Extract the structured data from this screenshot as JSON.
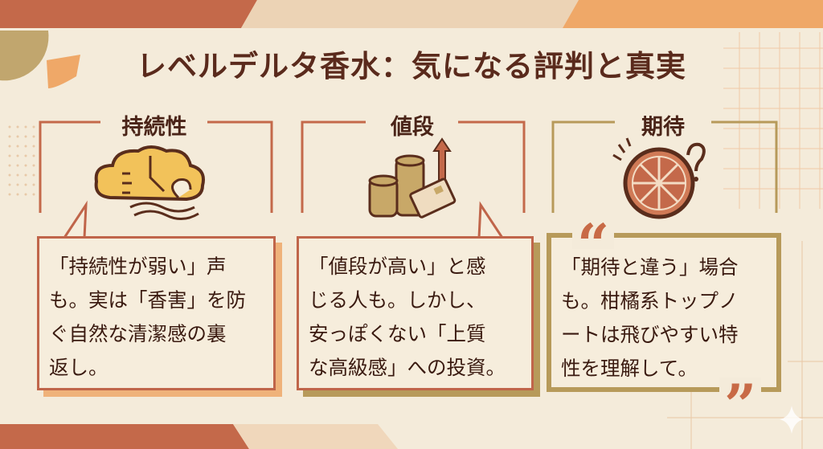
{
  "title": "レベルデルタ香水：気になる評判と真実",
  "colors": {
    "background": "#f4ebda",
    "terracotta": "#c4694a",
    "orange": "#efa868",
    "beige": "#ecd3b5",
    "olive": "#b79a5a",
    "text": "#4a2418"
  },
  "panels": [
    {
      "heading": "持続性",
      "icon": "cloud-clock-wind-icon",
      "lines": [
        "「持続性が弱い」声",
        "も。実は「香害」を防",
        "ぐ自然な清潔感の裏",
        "返し。"
      ]
    },
    {
      "heading": "値段",
      "icon": "coins-card-arrow-icon",
      "lines": [
        "「値段が高い」と感",
        "じる人も。しかし、",
        "安っぽくない「上質",
        "な高級感」への投資。"
      ]
    },
    {
      "heading": "期待",
      "icon": "citrus-question-icon",
      "lines": [
        "「期待と違う」場合",
        "も。柑橘系トップノ",
        "ートは飛びやすい特",
        "性を理解して。"
      ]
    }
  ],
  "quote_open": "“",
  "quote_close": "”"
}
